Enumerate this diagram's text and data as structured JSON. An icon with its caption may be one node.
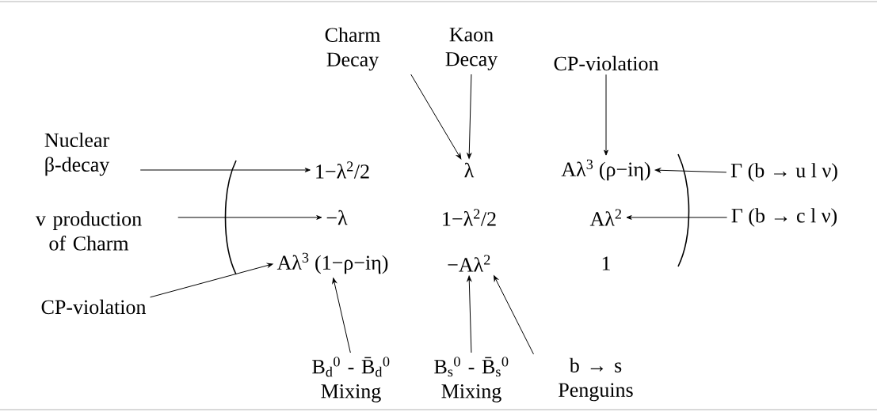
{
  "diagram": {
    "nodes": [
      {
        "text": [
          "Charm Decay"
        ]
      },
      {
        "text": [
          "Kaon Decay"
        ]
      },
      {
        "text": [
          "CP-violation"
        ]
      },
      {
        "text": [
          "Nuclear β-decay"
        ]
      },
      {
        "text": [
          "v production of Charm"
        ]
      },
      {
        "text": [
          "CP-violation"
        ]
      },
      {
        "text": [
          "1−λ$^{2}$/2"
        ]
      },
      {
        "text": [
          "λ"
        ]
      },
      {
        "text": [
          "Aλ$^{3}$ (ρ−iη)"
        ]
      },
      {
        "text": [
          "−λ"
        ]
      },
      {
        "text": [
          "1−λ$^{2}$/2"
        ]
      },
      {
        "text": [
          "Aλ$^{2}$"
        ]
      },
      {
        "text": [
          "Aλ$^{3}$ (1−ρ−iη)"
        ]
      },
      {
        "text": [
          "−Aλ$^{2}$"
        ]
      },
      {
        "text": [
          "1"
        ]
      },
      {
        "text": [
          "Γ (b → u l ν)"
        ]
      },
      {
        "text": [
          "Γ (b → c l ν)"
        ]
      },
      {
        "text": [
          "B$_{d}$$^{0}$ - B̄$_{d}$$^{0}$ Mixing"
        ]
      },
      {
        "text": [
          "B$_{s}$$^{0}$ - B̄$_{s}$$^{0}$ Mixing"
        ]
      },
      {
        "text": [
          "b → s Penguins"
        ]
      }
    ],
    "edges": [
      {
        "from": 3,
        "to": 6,
        "arrow": "to"
      },
      {
        "from": 4,
        "to": 9,
        "arrow": "to"
      },
      {
        "from": 5,
        "to": 12,
        "arrow": "to"
      },
      {
        "from": 0,
        "to": 7,
        "arrow": "to"
      },
      {
        "from": 1,
        "to": 7,
        "arrow": "to"
      },
      {
        "from": 2,
        "to": 8,
        "arrow": "to"
      },
      {
        "from": 15,
        "to": 8,
        "arrow": "to"
      },
      {
        "from": 16,
        "to": 11,
        "arrow": "to"
      },
      {
        "from": 17,
        "to": 12,
        "arrow": "to"
      },
      {
        "from": 18,
        "to": 13,
        "arrow": "to"
      },
      {
        "from": 19,
        "to": 13,
        "arrow": "to"
      }
    ]
  }
}
